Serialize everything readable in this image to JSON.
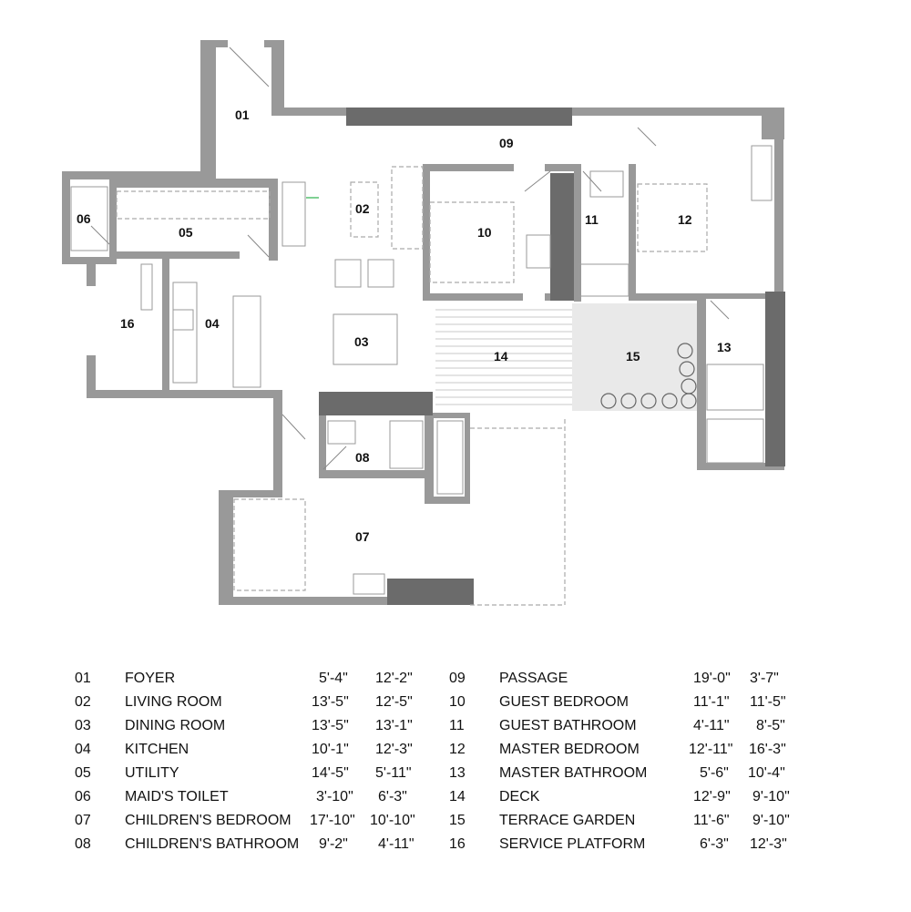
{
  "plan": {
    "labels": {
      "r01": "01",
      "r02": "02",
      "r03": "03",
      "r04": "04",
      "r05": "05",
      "r06": "06",
      "r07": "07",
      "r08": "08",
      "r09": "09",
      "r10": "10",
      "r11": "11",
      "r12": "12",
      "r13": "13",
      "r14": "14",
      "r15": "15",
      "r16": "16"
    }
  },
  "legend": {
    "left": [
      {
        "no": "01",
        "name": "FOYER",
        "w": "5'-4\"",
        "l": "12'-2\""
      },
      {
        "no": "02",
        "name": "LIVING ROOM",
        "w": "13'-5\"",
        "l": "12'-5\""
      },
      {
        "no": "03",
        "name": "DINING ROOM",
        "w": "13'-5\"",
        "l": "13'-1\""
      },
      {
        "no": "04",
        "name": "KITCHEN",
        "w": "10'-1\"",
        "l": "12'-3\""
      },
      {
        "no": "05",
        "name": "UTILITY",
        "w": "14'-5\"",
        "l": "5'-11\""
      },
      {
        "no": "06",
        "name": "MAID'S TOILET",
        "w": "3'-10\"",
        "l": "6'-3\""
      },
      {
        "no": "07",
        "name": "CHILDREN'S BEDROOM",
        "w": "17'-10\"",
        "l": "10'-10\""
      },
      {
        "no": "08",
        "name": "CHILDREN'S BATHROOM",
        "w": "9'-2\"",
        "l": "4'-11\""
      }
    ],
    "right": [
      {
        "no": "09",
        "name": "PASSAGE",
        "w": "19'-0\"",
        "l": "3'-7\""
      },
      {
        "no": "10",
        "name": "GUEST BEDROOM",
        "w": "11'-1\"",
        "l": "11'-5\""
      },
      {
        "no": "11",
        "name": "GUEST BATHROOM",
        "w": "4'-11\"",
        "l": "8'-5\""
      },
      {
        "no": "12",
        "name": "MASTER BEDROOM",
        "w": "12'-11\"",
        "l": "16'-3\""
      },
      {
        "no": "13",
        "name": "MASTER BATHROOM",
        "w": "5'-6\"",
        "l": "10'-4\""
      },
      {
        "no": "14",
        "name": "DECK",
        "w": "12'-9\"",
        "l": "9'-10\""
      },
      {
        "no": "15",
        "name": "TERRACE GARDEN",
        "w": "11'-6\"",
        "l": "9'-10\""
      },
      {
        "no": "16",
        "name": "SERVICE PLATFORM",
        "w": "6'-3\"",
        "l": "12'-3\""
      }
    ]
  }
}
